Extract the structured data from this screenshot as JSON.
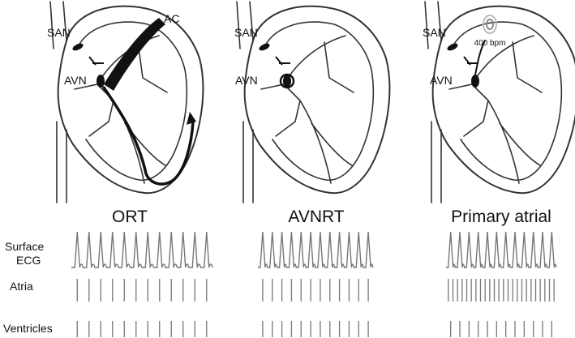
{
  "panels": [
    {
      "title": "ORT",
      "labels": {
        "san": "SAN",
        "avn": "AVN",
        "ac": "AC",
        "rate": ""
      },
      "atria_count": 12,
      "ventricles_count": 12,
      "ecg_count": 12
    },
    {
      "title": "AVNRT",
      "labels": {
        "san": "SAN",
        "avn": "AVN",
        "ac": "",
        "rate": ""
      },
      "atria_count": 12,
      "ventricles_count": 12,
      "ecg_count": 12
    },
    {
      "title": "Primary atrial",
      "labels": {
        "san": "SAN",
        "avn": "AVN",
        "ac": "",
        "rate": "400 bpm"
      },
      "atria_count": 24,
      "ventricles_count": 12,
      "ecg_count": 12
    }
  ],
  "row_labels": {
    "surface_line1": "Surface",
    "surface_line2": "ECG",
    "atria": "Atria",
    "ventricles": "Ventricles"
  },
  "colors": {
    "outline": "#333333",
    "trace": "#777777",
    "pathway": "#111111"
  }
}
